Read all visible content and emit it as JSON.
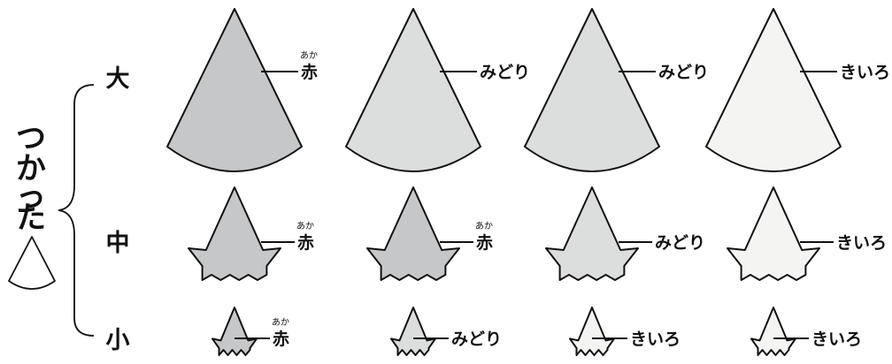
{
  "side_title": "つかった",
  "sizes": {
    "large": "大",
    "medium": "中",
    "small": "小"
  },
  "colors": {
    "red": "#c6c7c8",
    "green": "#dcdddd",
    "yellow": "#f4f5f3",
    "stroke": "#111111"
  },
  "rows": [
    {
      "size": "large",
      "cones": [
        {
          "label": "赤",
          "ruby": "あか",
          "color": "red"
        },
        {
          "label": "みどり",
          "ruby": "",
          "color": "green"
        },
        {
          "label": "みどり",
          "ruby": "",
          "color": "green"
        },
        {
          "label": "きいろ",
          "ruby": "",
          "color": "yellow"
        }
      ]
    },
    {
      "size": "medium",
      "cones": [
        {
          "label": "赤",
          "ruby": "あか",
          "color": "red"
        },
        {
          "label": "赤",
          "ruby": "あか",
          "color": "red"
        },
        {
          "label": "みどり",
          "ruby": "",
          "color": "green"
        },
        {
          "label": "きいろ",
          "ruby": "",
          "color": "yellow"
        }
      ]
    },
    {
      "size": "small",
      "cones": [
        {
          "label": "赤",
          "ruby": "あか",
          "color": "red"
        },
        {
          "label": "みどり",
          "ruby": "",
          "color": "green"
        },
        {
          "label": "きいろ",
          "ruby": "",
          "color": "yellow"
        },
        {
          "label": "きいろ",
          "ruby": "",
          "color": "yellow"
        }
      ]
    }
  ]
}
